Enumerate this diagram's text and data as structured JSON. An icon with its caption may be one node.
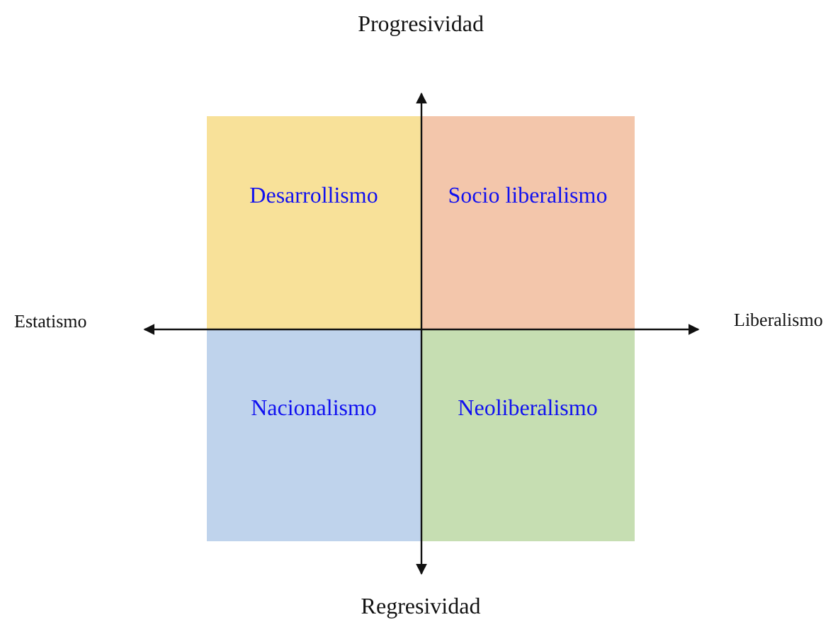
{
  "diagram": {
    "nodes": [
      {
        "text": [
          "Desarrollismo"
        ]
      },
      {
        "text": [
          "Socio liberalismo"
        ]
      },
      {
        "text": [
          "Nacionalismo"
        ]
      },
      {
        "text": [
          "Neoliberalismo"
        ]
      }
    ],
    "labels": [
      "Progresividad",
      "Estatismo",
      "Liberalismo",
      "Regresividad"
    ]
  }
}
